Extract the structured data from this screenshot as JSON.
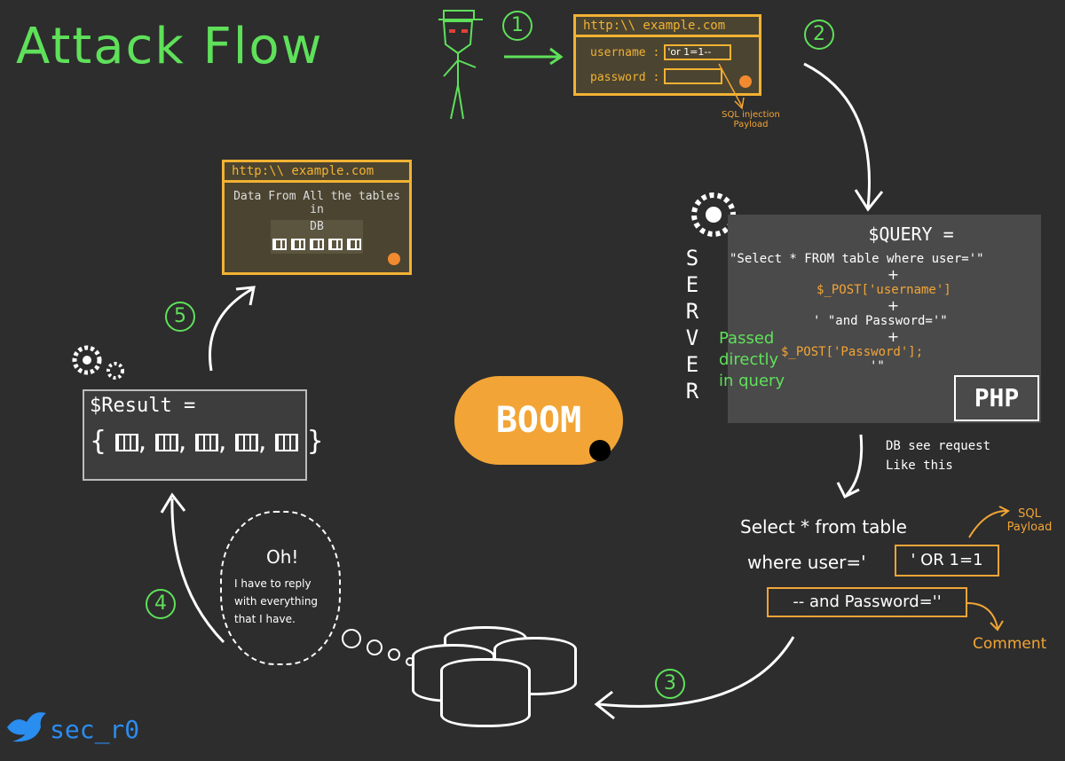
{
  "title": "Attack Flow",
  "steps": [
    "1",
    "2",
    "3",
    "4",
    "5"
  ],
  "login_page": {
    "url": "http:\\\\ example.com",
    "username_label": "username :",
    "username_value": "'or 1=1--",
    "password_label": "password :",
    "annotation": "SQL injection Payload"
  },
  "server": {
    "label": "SERVER",
    "code": {
      "line1": "$QUERY =",
      "line2": "\"Select * FROM table where user='\"",
      "plus": "+",
      "line3": "$_POST['username']",
      "line4": "' \"and Password='\"",
      "line5": "$_POST['Password'];",
      "line6": "'\""
    },
    "badge": "PHP",
    "side_note": "Passed directly in query"
  },
  "db_note": "DB see request Like this",
  "db_query": {
    "part1": "Select * from table",
    "part2": "where user='",
    "injected": "' OR 1=1",
    "comment_part": "-- and Password=''",
    "payload_label": "SQL Payload",
    "comment_label": "Comment"
  },
  "result": {
    "label": "$Result =",
    "open_brace": "{",
    "close_brace": "}",
    "separator": ","
  },
  "boom": "BOOM",
  "thought": {
    "line1": "Oh!",
    "line2": "I have to reply with everything that I have."
  },
  "result_page": {
    "url": "http:\\\\ example.com",
    "line1": "Data From All the tables",
    "line2": "in",
    "line3": "DB"
  },
  "brand": "sec_r0",
  "colors": {
    "green": "#5fe05a",
    "orange": "#f2a536",
    "background": "#2d2d2d"
  }
}
